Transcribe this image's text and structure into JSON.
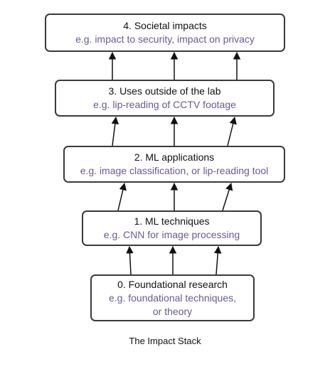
{
  "diagram": {
    "levels": [
      {
        "title": "4. Societal impacts",
        "example": "e.g. impact to security, impact on privacy"
      },
      {
        "title": "3. Uses outside of the lab",
        "example": "e.g. lip-reading of CCTV footage"
      },
      {
        "title": "2. ML applications",
        "example": "e.g. image classification, or lip-reading tool"
      },
      {
        "title": "1. ML techniques",
        "example": "e.g. CNN for image processing"
      },
      {
        "title": "0. Foundational research",
        "example": "e.g. foundational techniques,",
        "example_line2": "or theory"
      }
    ],
    "caption": "The Impact Stack",
    "colors": {
      "border": "#3a3a3a",
      "example_text": "#6b5a8e",
      "arrow": "#111111"
    }
  }
}
